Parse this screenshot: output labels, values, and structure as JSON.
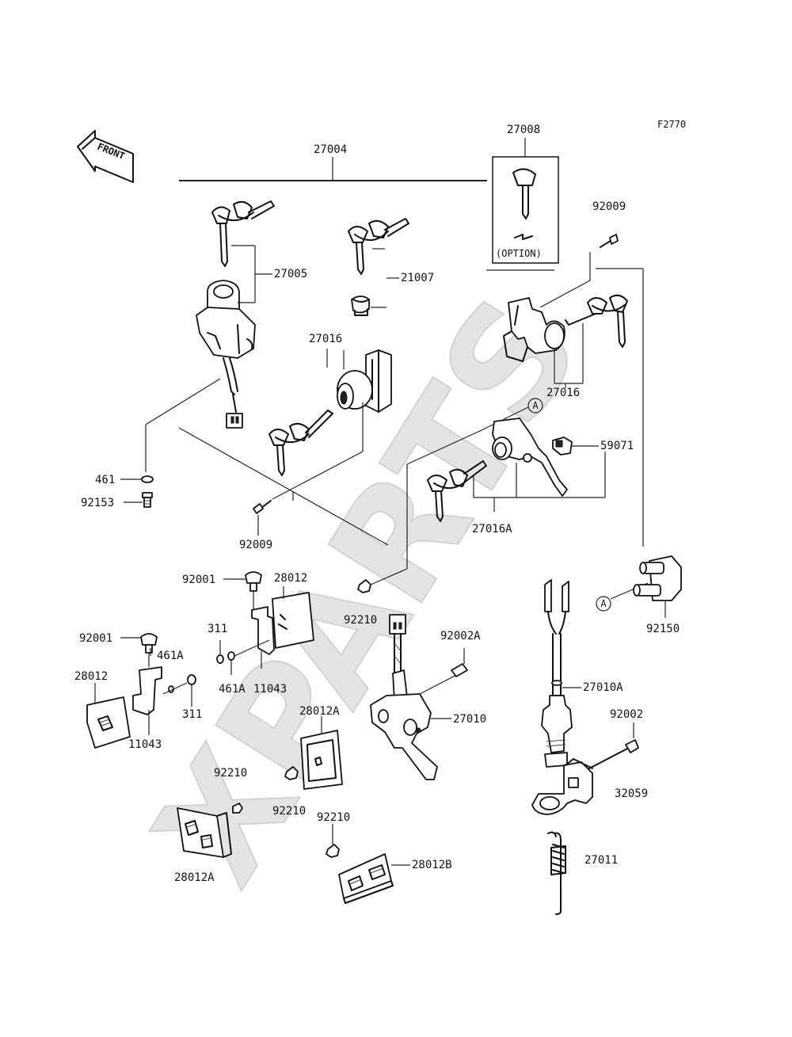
{
  "figure_code": "F2770",
  "watermark": "XPARTS",
  "front_marker": "FRONT",
  "option_label": "(OPTION)",
  "ref_marker": "A",
  "labels": {
    "p27004": "27004",
    "p27008": "27008",
    "p92009_top": "92009",
    "p27005": "27005",
    "p21007": "21007",
    "p27016_left": "27016",
    "p27016_right": "27016",
    "p59071": "59071",
    "p27016A": "27016A",
    "p461": "461",
    "p92153": "92153",
    "p92009_mid": "92009",
    "p92001_a": "92001",
    "p28012_a": "28012",
    "p311_a": "311",
    "p461A_a": "461A",
    "p11043_a": "11043",
    "p92001_b": "92001",
    "p461A_b": "461A",
    "p28012_b": "28012",
    "p311_b": "311",
    "p11043_b": "11043",
    "p92210_a": "92210",
    "p92002A": "92002A",
    "p27010": "27010",
    "p28012A_a": "28012A",
    "p92210_b": "92210",
    "p92210_c": "92210",
    "p92210_d": "92210",
    "p28012A_b": "28012A",
    "p28012B": "28012B",
    "p27010A": "27010A",
    "p92002": "92002",
    "p32059": "32059",
    "p27011": "27011",
    "p92150": "92150"
  }
}
